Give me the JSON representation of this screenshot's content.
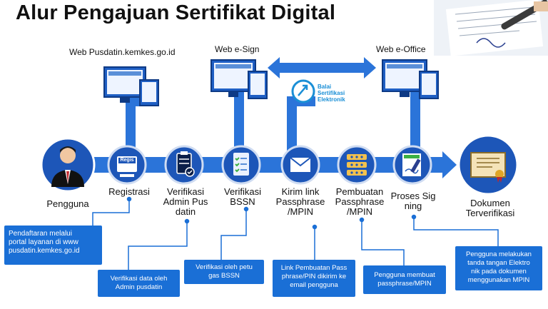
{
  "title": "Alur Pengajuan Sertifikat Digital",
  "colors": {
    "accent": "#1a6fd6",
    "dark_blue": "#13357a",
    "arrow_blue": "#2b74d9"
  },
  "web_labels": {
    "pusdatin": "Web Pusdatin.kemkes.go.id",
    "esign": "Web e-Sign",
    "eoffice": "Web e-Office"
  },
  "bsre_logo": {
    "line1": "Balai",
    "line2": "Sertifikasi",
    "line3": "Elektronik"
  },
  "steps": [
    {
      "label": "Pengguna",
      "icon": "user-icon"
    },
    {
      "label": "Registrasi",
      "icon": "registration-icon",
      "icon_text": "Regis"
    },
    {
      "label_lines": [
        "Verifikasi",
        "Admin Pus",
        "datin"
      ],
      "icon": "clipboard-check-icon"
    },
    {
      "label_lines": [
        "Verifikasi",
        "BSSN"
      ],
      "icon": "checklist-icon"
    },
    {
      "label_lines": [
        "Kirim link",
        "Passphrase",
        "/MPIN"
      ],
      "icon": "email-icon"
    },
    {
      "label_lines": [
        "Pembuatan",
        "Passphrase",
        "/MPIN"
      ],
      "icon": "password-icon"
    },
    {
      "label_lines": [
        "Proses Sig",
        "ning"
      ],
      "icon": "signing-icon"
    },
    {
      "label_lines": [
        "Dokumen",
        "Terverifikasi"
      ],
      "icon": "certificate-icon"
    }
  ],
  "notes": [
    {
      "lines": [
        "Pendaftaran melalui",
        "portal layanan di www",
        "pusdatin.kemkes.go.id"
      ]
    },
    {
      "lines": [
        "Verifikasi data oleh",
        "Admin pusdatin"
      ]
    },
    {
      "lines": [
        "Verifikasi oleh petu",
        "gas BSSN"
      ]
    },
    {
      "lines": [
        "Link Pembuatan Pass",
        "phrase/PIN dikirim ke",
        "email pengguna"
      ]
    },
    {
      "lines": [
        "Pengguna membuat",
        "passphrase/MPIN"
      ]
    },
    {
      "lines": [
        "Pengguna melakukan",
        "tanda tangan Elektro",
        "nik pada dokumen",
        "menggunakan MPIN"
      ]
    }
  ]
}
